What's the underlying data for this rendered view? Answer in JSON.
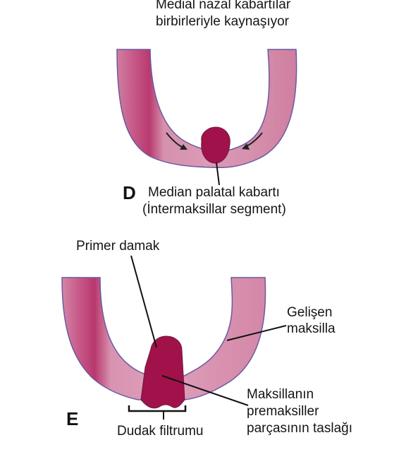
{
  "panel_d": {
    "letter": "D",
    "top_caption_line1": "Medial nazal kabartılar",
    "top_caption_line2": "birbirleriyle kaynaşıyor",
    "bottom_label_line1": "Median palatal kabartı",
    "bottom_label_line2": "(İntermaksillar segment)"
  },
  "panel_e": {
    "letter": "E",
    "primary_palate_label": "Primer damak",
    "maxilla_label_line1": "Gelişen",
    "maxilla_label_line2": "maksilla",
    "premaxilla_label_line1": "Maksillanın",
    "premaxilla_label_line2": "premaksiller",
    "premaxilla_label_line3": "parçasının taslağı",
    "philtrum_label": "Dudak filtrumu"
  },
  "colors": {
    "tissue_light": "#d98aa8",
    "tissue_mid": "#cf6f96",
    "tissue_dark": "#b52a63",
    "premaxilla": "#a1124a",
    "outline": "#6b5aa0"
  }
}
